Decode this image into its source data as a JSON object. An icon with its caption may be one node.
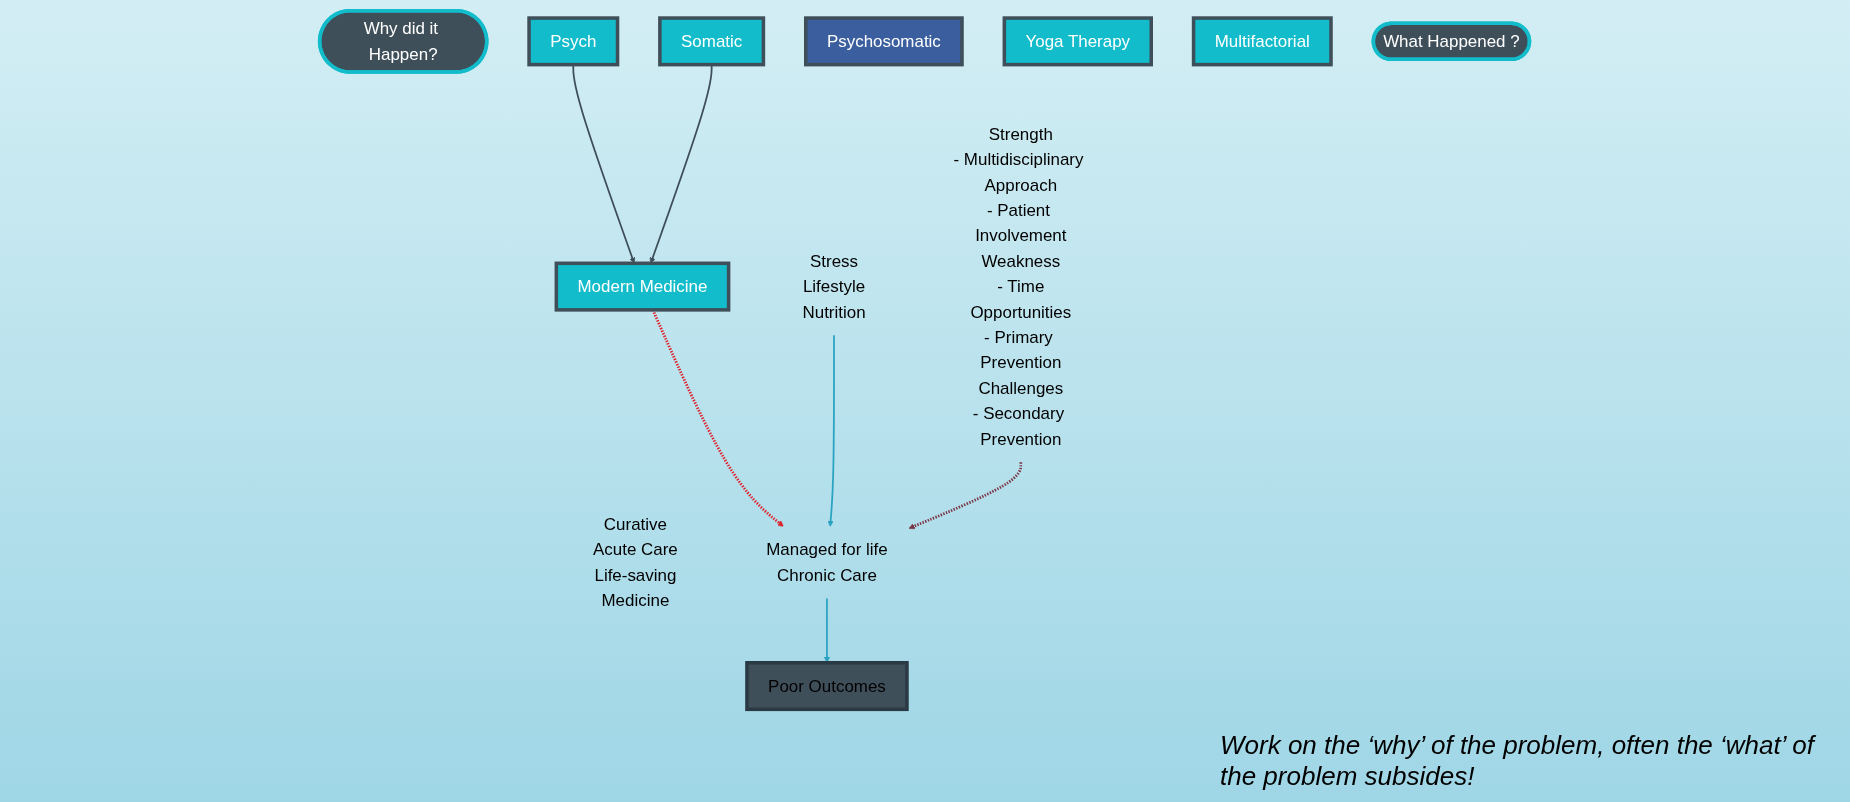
{
  "diagram": {
    "nodes": [
      {
        "text": [
          "Why did it Happen?"
        ]
      },
      {
        "text": [
          "Psych"
        ]
      },
      {
        "text": [
          "Somatic"
        ]
      },
      {
        "text": [
          "Psychosomatic"
        ]
      },
      {
        "text": [
          "Yoga Therapy"
        ]
      },
      {
        "text": [
          "Multifactorial"
        ]
      },
      {
        "text": [
          "Strength",
          "- Multidisciplinary Approach",
          "- Patient Involvement",
          "Weakness",
          "- Time",
          "Opportunities",
          "- Primary Prevention",
          "Challenges",
          "- Secondary Prevention"
        ]
      },
      {
        "text": [
          "What Happened ?"
        ]
      },
      {
        "text": [
          "Stress",
          "Lifestyle",
          "Nutrition"
        ]
      },
      {
        "text": [
          "Modern Medicine"
        ],
        "beside": [
          "Curative",
          "Acute Care",
          "Life-saving",
          "Medicine"
        ]
      },
      {
        "text": [
          "Managed for life",
          "Chronic Care"
        ]
      },
      {
        "text": [
          "Poor Outcomes"
        ]
      }
    ],
    "edges": [
      {
        "from": 1,
        "to": 9,
        "arrow": "to"
      },
      {
        "from": 2,
        "to": 9,
        "arrow": "to"
      },
      {
        "from": 9,
        "to": 10,
        "arrow": "to",
        "style": "dashed",
        "color": "#e0202a"
      },
      {
        "from": 8,
        "to": 10,
        "arrow": "to",
        "color": "#2aa3c2"
      },
      {
        "from": 6,
        "to": 10,
        "arrow": "to",
        "style": "dashed",
        "color": "#7a3444"
      },
      {
        "from": 10,
        "to": 11,
        "arrow": "to",
        "color": "#2aa3c2"
      }
    ],
    "labels": [
      "Work on the ‘why’ of the problem, often the ‘what’ of the problem subsides!"
    ]
  }
}
